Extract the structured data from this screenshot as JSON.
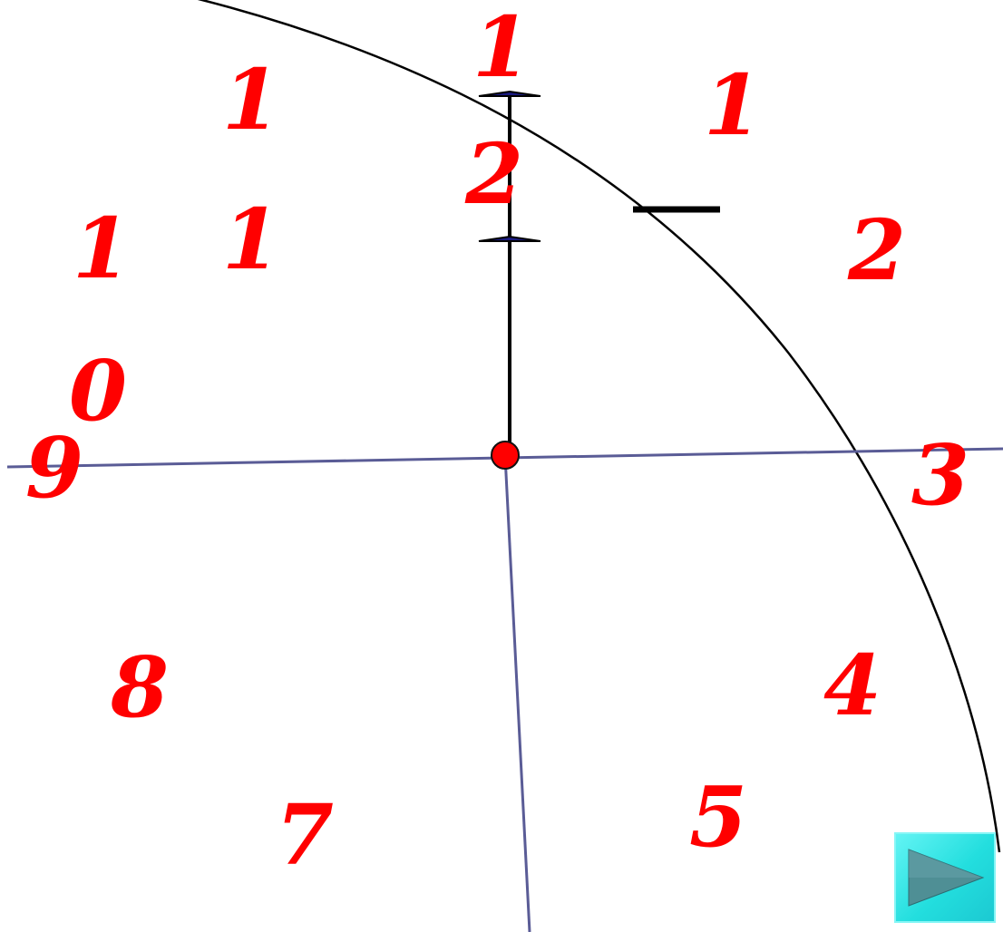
{
  "clock": {
    "numerals": {
      "n12_a": "1",
      "n12_b": "2",
      "n1": "1",
      "n2": "2",
      "n3": "3",
      "n4": "4",
      "n5": "5",
      "n7": "7",
      "n8": "8",
      "n9": "9",
      "n10_a": "1",
      "n10_b": "0",
      "n11_a": "1",
      "n11_b": "1"
    }
  },
  "colors": {
    "numeral": "#ff0000",
    "axis": "#5a5c96",
    "hand": "#000000",
    "center_dot": "#ff0000",
    "nav_button": "#1fd9e0"
  },
  "nav": {
    "icon": "play-triangle-icon"
  }
}
